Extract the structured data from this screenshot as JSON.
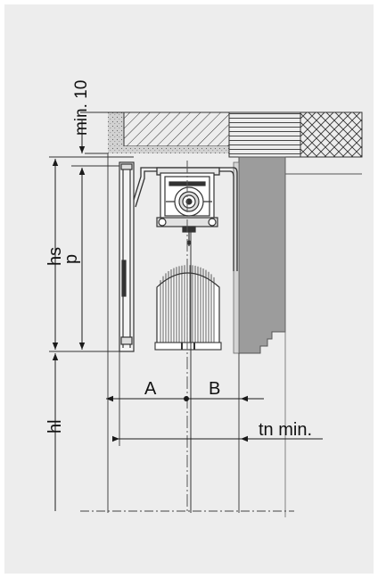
{
  "labels": {
    "min10": "min. 10",
    "hs": "hs",
    "p": "p",
    "hl": "hl",
    "A": "A",
    "B": "B",
    "tn_min": "tn min."
  },
  "colors": {
    "background": "#ededed",
    "line": "#1a1a1a",
    "wall_dark": "#9c9c9c",
    "wall_light": "#d4d4d4",
    "concrete": "#cfcfcf"
  }
}
